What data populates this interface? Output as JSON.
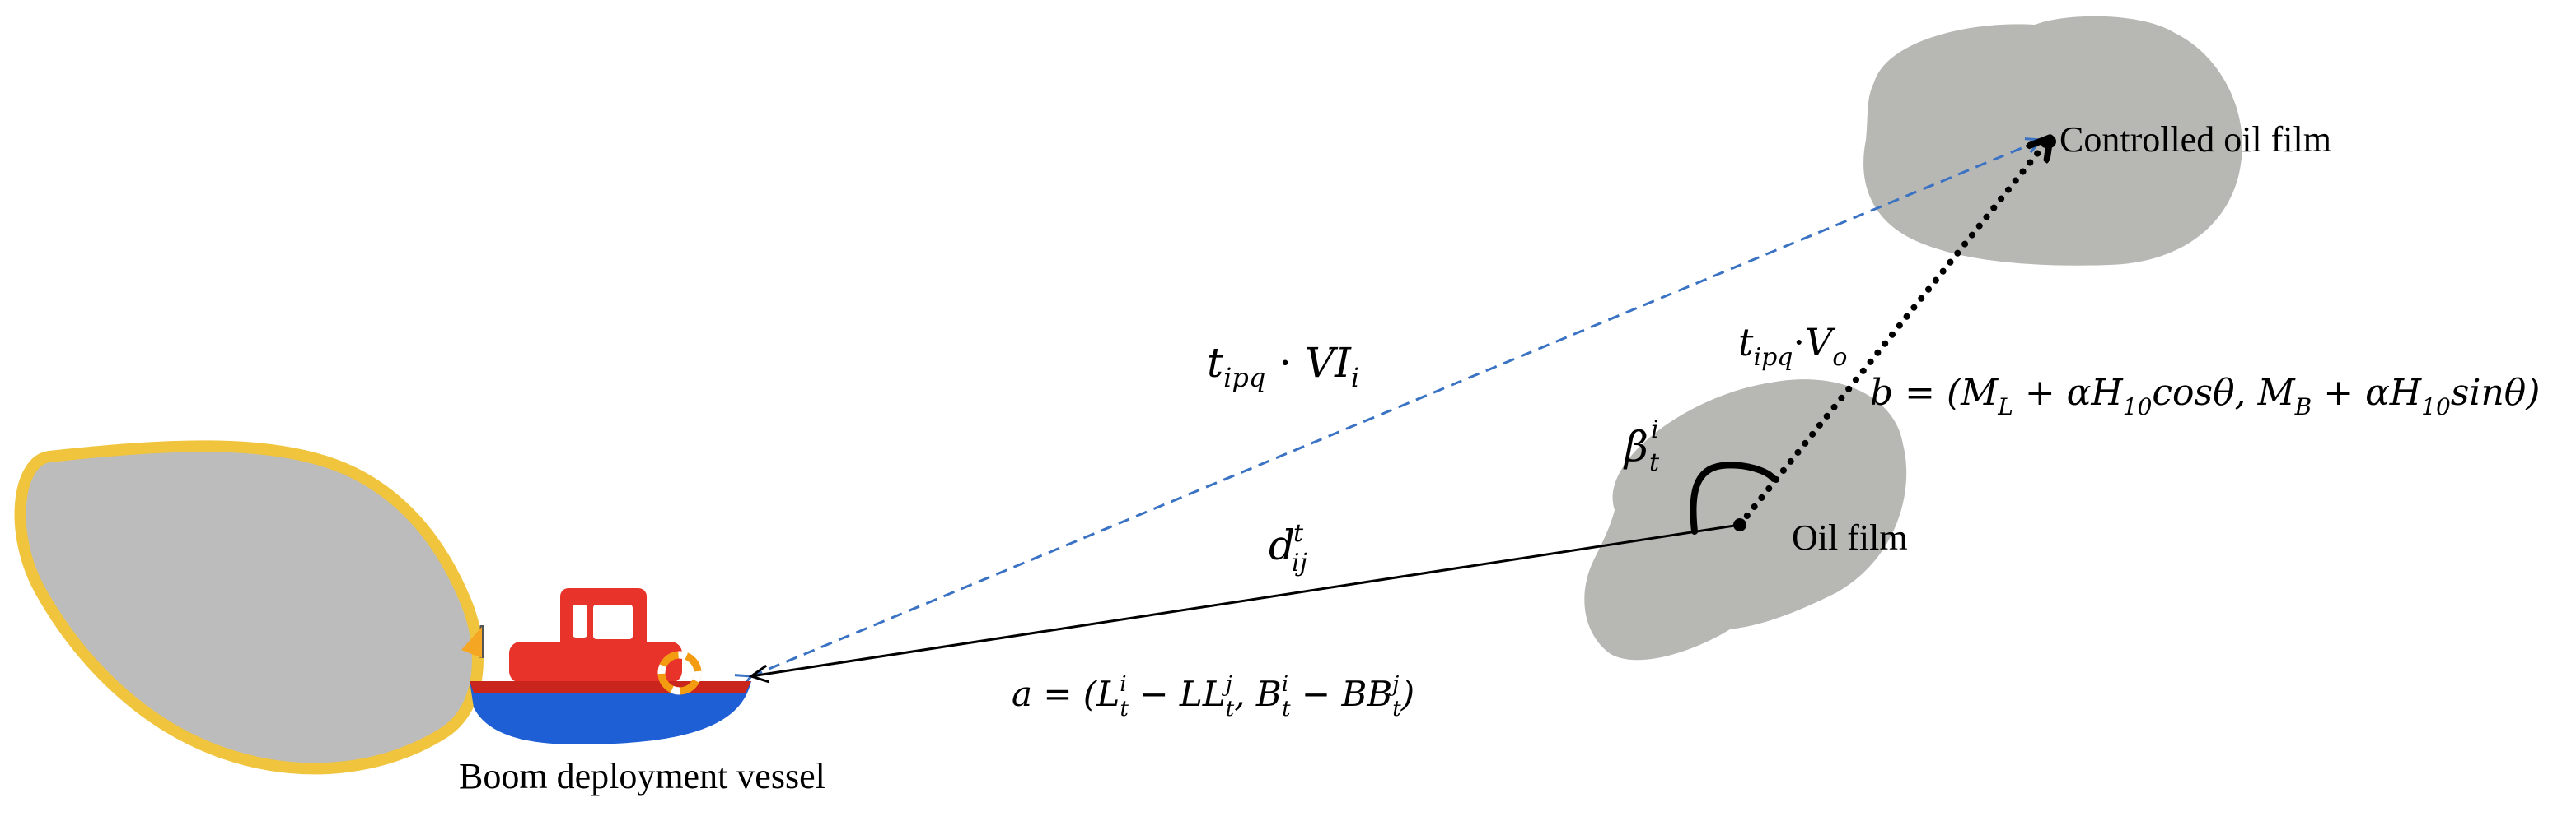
{
  "labels": {
    "vessel": "Boom deployment vessel",
    "oil_film": "Oil film",
    "controlled_oil_film": "Controlled oil film"
  },
  "math": {
    "blue_path": {
      "t": "t",
      "t_sub": "ipq",
      "dot": " · ",
      "VI": "VI",
      "VI_sub": "i"
    },
    "dotted_path": {
      "t": "t",
      "t_sub": "ipq",
      "dot": "·",
      "V": "V",
      "V_sub": "o"
    },
    "distance": {
      "d": "d",
      "sup": "t",
      "sub": "ij"
    },
    "angle": {
      "beta": "β",
      "sup": "i",
      "sub": "t"
    },
    "a_vector": {
      "lhs": "a = (",
      "L": "L",
      "L_sup": "i",
      "L_sub": "t",
      "minus1": " − ",
      "LL": "LL",
      "LL_sup": "j",
      "LL_sub": "t",
      "comma": ", ",
      "B": "B",
      "B_sup": "i",
      "B_sub": "t",
      "minus2": " − ",
      "BB": "BB",
      "BB_sup": "j",
      "BB_sub": "t",
      "rhs": ")"
    },
    "b_vector": {
      "lhs": "b = (",
      "M1": "M",
      "M1_sub": "L",
      "plus1": " + ",
      "aH1": "αH",
      "H1_sub": "10",
      "cos": "cosθ",
      "comma": ", ",
      "M2": "M",
      "M2_sub": "B",
      "plus2": " + ",
      "aH2": "αH",
      "H2_sub": "10",
      "sin": "sinθ",
      "rhs": ")"
    }
  },
  "colors": {
    "oil_gray": "#b7b7b4",
    "shore_gray": "#bcbcbc",
    "shore_outline": "#f0c43c",
    "blue_path": "#3a72c4",
    "boat_red": "#e8332a",
    "boat_blue": "#1f5fd6",
    "flag_orange": "#f5a623",
    "ring_orange": "#f39c12"
  }
}
